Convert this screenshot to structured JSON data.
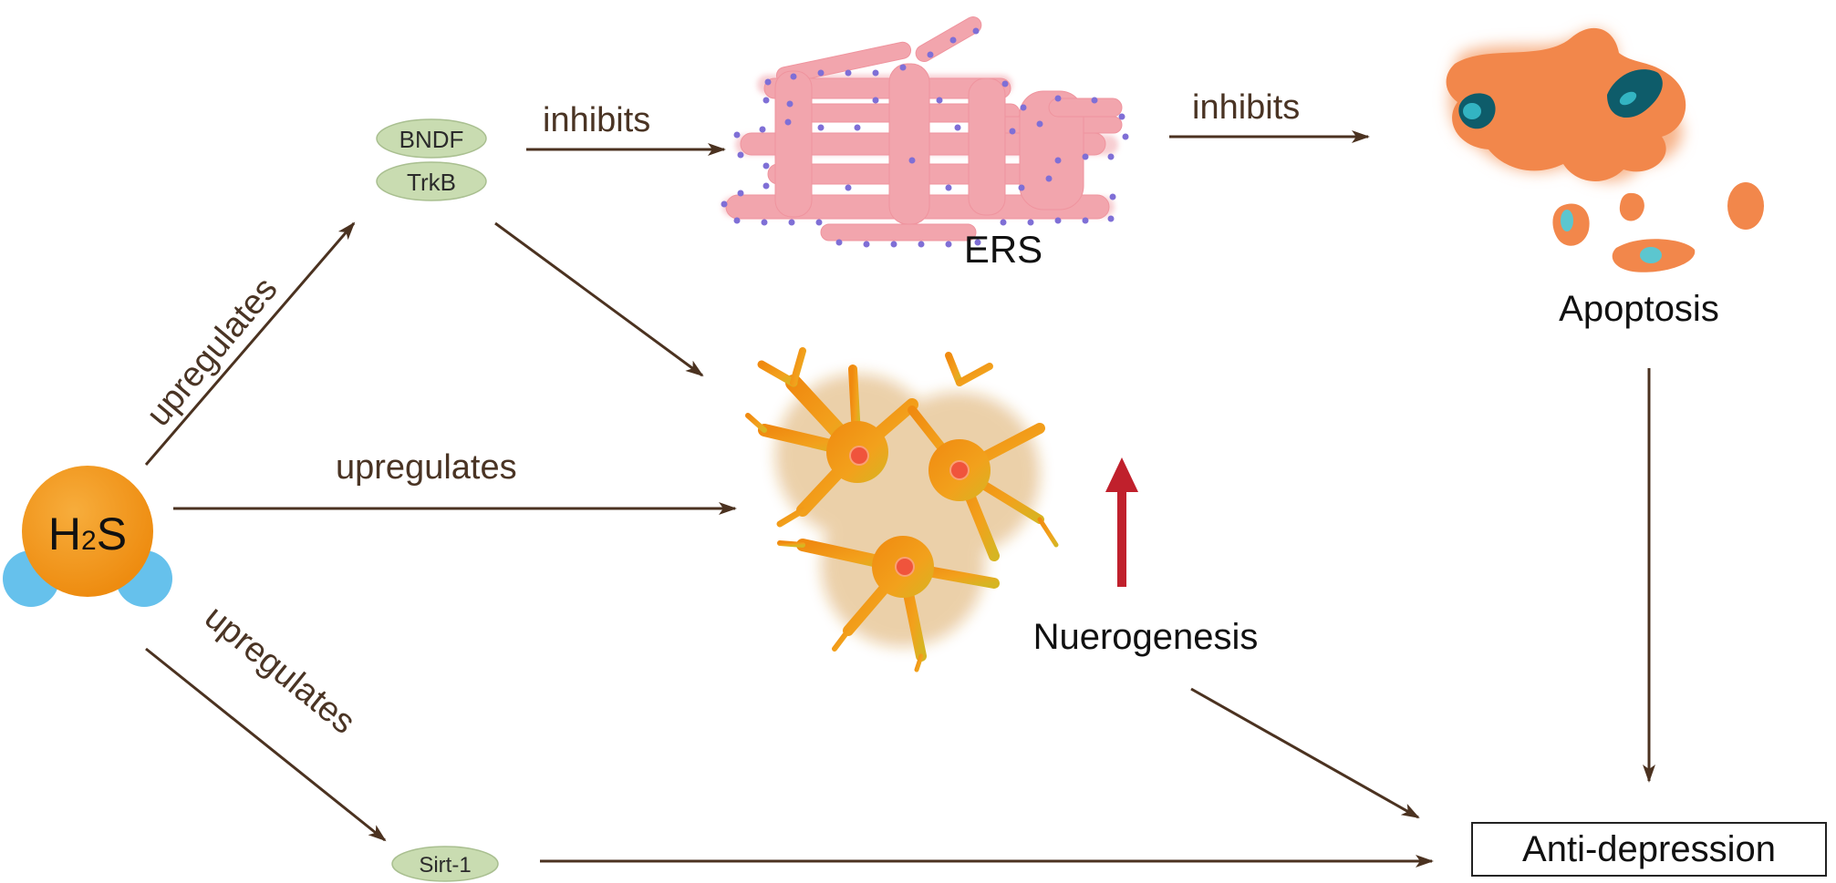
{
  "molecule": {
    "label_main": "H",
    "label_sub": "2",
    "label_tail": "S"
  },
  "proteins": {
    "bndf": "BNDF",
    "trkb": "TrkB",
    "sirt1": "Sirt-1"
  },
  "edges": {
    "upregulates_bndf": "upregulates",
    "upregulates_neuro": "upregulates",
    "upregulates_sirt": "upregulates",
    "inhibits_ers": "inhibits",
    "inhibits_apoptosis": "inhibits"
  },
  "nodes": {
    "ers": "ERS",
    "apoptosis": "Apoptosis",
    "neurogenesis": "Nuerogenesis",
    "anti_depression": "Anti-depression"
  },
  "colors": {
    "arrow": "#4b3220",
    "h2s_orange": "#f39a1c",
    "h_blue": "#66c1ec",
    "pill_green": "#c9dcb1",
    "ers_pink": "#f2a5ad",
    "ers_dot": "#7f6fd6",
    "apoptosis_orange": "#f2874b",
    "nucleus_teal": "#0e7e8f",
    "neuron_orange": "#f29a1a",
    "neuron_gold": "#d8b020",
    "up_arrow_red": "#c0202c"
  }
}
